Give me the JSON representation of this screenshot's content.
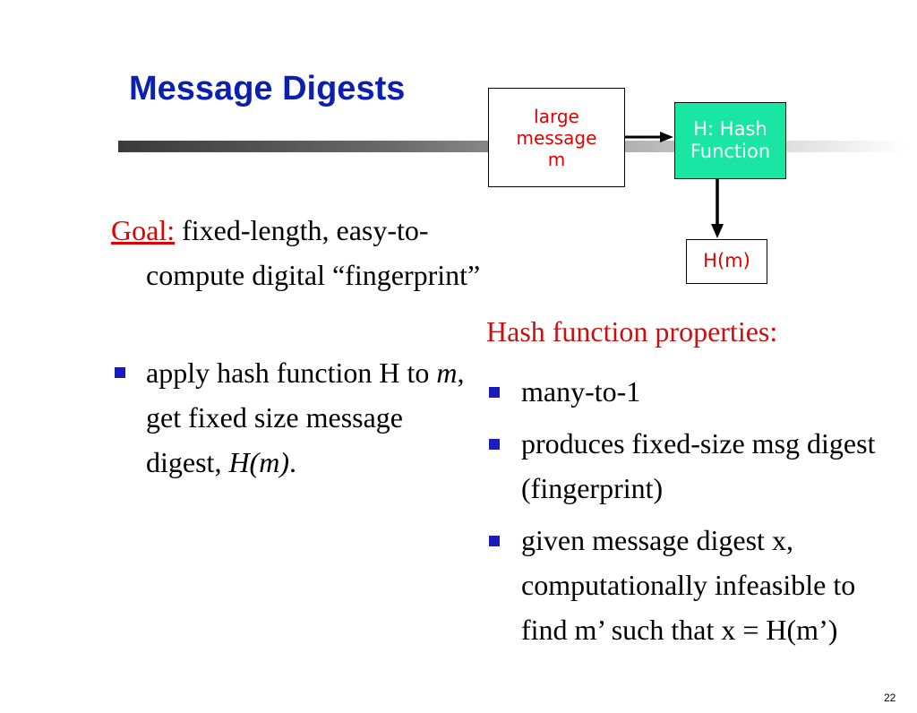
{
  "title": "Message Digests",
  "diagram": {
    "message_box": [
      "large",
      "message",
      "m"
    ],
    "hash_box": [
      "H: Hash",
      "Function"
    ],
    "output_box": "H(m)",
    "colors": {
      "hash_fill": "#19e6a3",
      "red_text": "#e00000",
      "bullet": "#1c1cb8",
      "title": "#0b1fb0"
    }
  },
  "goal": {
    "label": "Goal:",
    "text": "fixed-length, easy-to-compute digital “fingerprint”"
  },
  "left_bullet": {
    "p1": "apply hash function H to ",
    "m": "m",
    "p2": ", get fixed size message digest, ",
    "hm": "H(m)",
    "p3": "."
  },
  "properties": {
    "heading": "Hash function properties:",
    "items": [
      "many-to-1",
      "produces fixed-size msg digest (fingerprint)",
      "given message digest x, computationally infeasible to find m’ such that x = H(m’)"
    ]
  },
  "page_number": "22"
}
